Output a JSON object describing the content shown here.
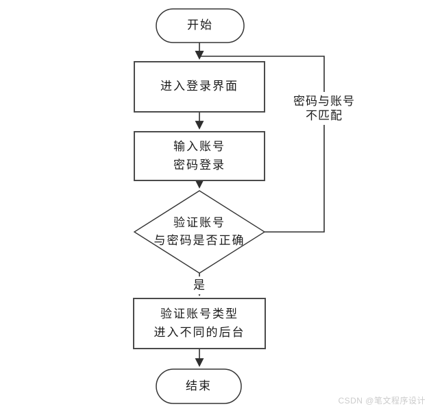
{
  "diagram": {
    "type": "flowchart",
    "nodes": {
      "start": {
        "shape": "terminator",
        "label": "开始"
      },
      "enter_login": {
        "shape": "process",
        "label": "进入登录界面"
      },
      "input_credentials": {
        "shape": "process",
        "line1": "输入账号",
        "line2": "密码登录"
      },
      "verify_decision": {
        "shape": "decision",
        "line1": "验证账号",
        "line2": "与密码是否正确"
      },
      "verify_type": {
        "shape": "process",
        "line1": "验证账号类型",
        "line2": "进入不同的后台"
      },
      "end": {
        "shape": "terminator",
        "label": "结束"
      }
    },
    "edge_labels": {
      "yes": "是",
      "mismatch_line1": "密码与账号",
      "mismatch_line2": "不匹配"
    },
    "colors": {
      "background": "#ffffff",
      "node_fill": "#ffffff",
      "process_stroke": "#4a4a4a",
      "shape_stroke": "#353535",
      "connector_stroke": "#2e2e2e",
      "text": "#1c1c1c"
    }
  },
  "watermark": {
    "text": "CSDN @笔文程序设计",
    "color": "#cbcbcb"
  }
}
